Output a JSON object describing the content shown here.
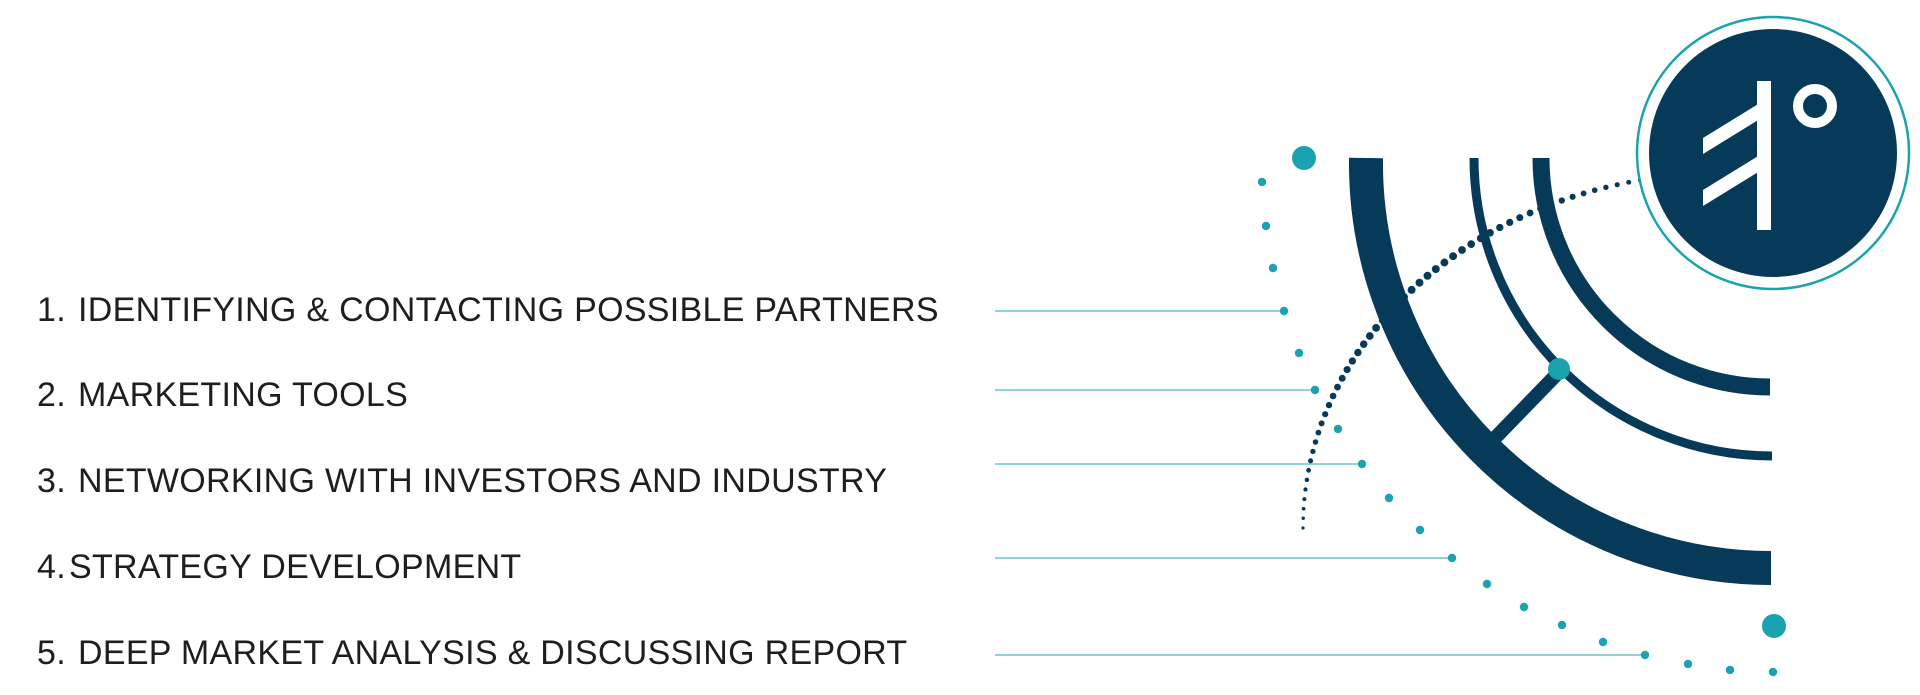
{
  "steps": [
    {
      "number": "1.",
      "label": "IDENTIFYING & CONTACTING POSSIBLE PARTNERS"
    },
    {
      "number": "2.",
      "label": "MARKETING TOOLS"
    },
    {
      "number": "3.",
      "label": "NETWORKING WITH INVESTORS AND INDUSTRY"
    },
    {
      "number": "4.",
      "label": "STRATEGY DEVELOPMENT"
    },
    {
      "number": "5.",
      "label": "DEEP MARKET ANALYSIS & DISCUSSING REPORT"
    }
  ],
  "colors": {
    "navy": "#073a59",
    "teal": "#1ba2b0",
    "teal_line": "#6cc6cf",
    "text": "#1e1e1e",
    "background": "#ffffff"
  },
  "icons": {
    "logo": "degree-logo-icon"
  }
}
